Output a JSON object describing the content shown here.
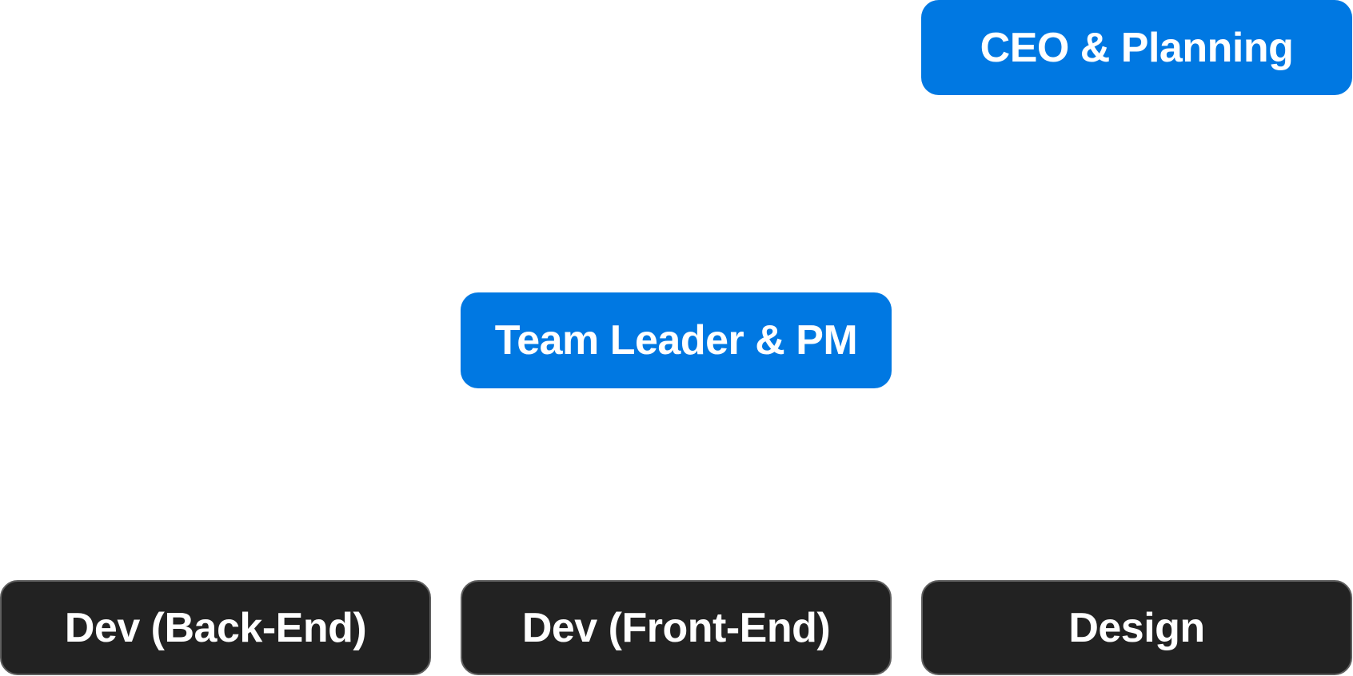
{
  "diagram": {
    "nodes": {
      "ceo": {
        "label": "CEO & Planning"
      },
      "team_leader": {
        "label": "Team Leader & PM"
      },
      "dev_backend": {
        "label": "Dev (Back-End)"
      },
      "dev_frontend": {
        "label": "Dev (Front-End)"
      },
      "design": {
        "label": "Design"
      }
    },
    "colors": {
      "primary_node": "#0078e2",
      "secondary_node": "#222222",
      "secondary_border": "#5f5f5f",
      "text": "#ffffff",
      "background": "#ffffff"
    }
  }
}
